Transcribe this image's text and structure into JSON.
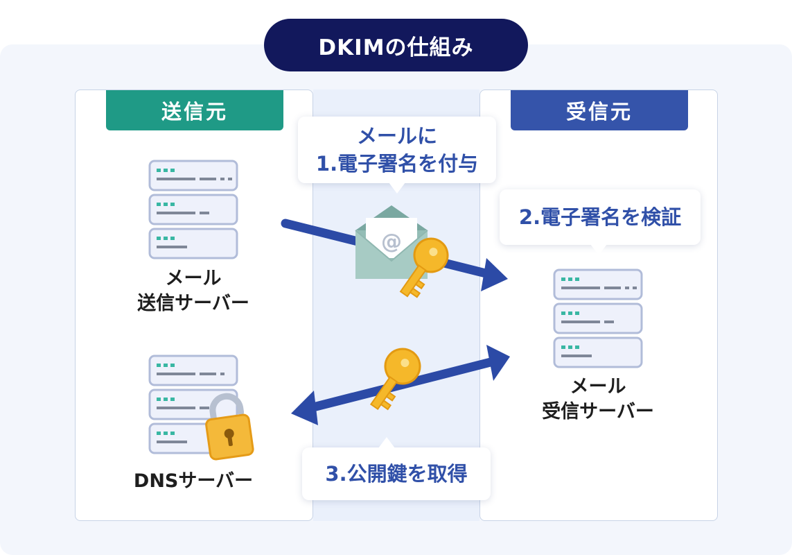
{
  "title": "DKIMの仕組み",
  "sender_panel": {
    "heading": "送信元"
  },
  "receiver_panel": {
    "heading": "受信元"
  },
  "nodes": {
    "mail_send_server": {
      "line1": "メール",
      "line2": "送信サーバー"
    },
    "dns_server": {
      "label": "DNSサーバー"
    },
    "mail_receive_server": {
      "line1": "メール",
      "line2": "受信サーバー"
    }
  },
  "steps": {
    "step1": {
      "line1": "メールに",
      "line2": "1.電子署名を付与"
    },
    "step2": {
      "text": "2.電子署名を検証"
    },
    "step3": {
      "text": "3.公開鍵を取得"
    }
  },
  "icons": [
    "server-icon",
    "envelope-icon",
    "key-icon",
    "padlock-icon",
    "arrow-icon"
  ],
  "colors": {
    "title_bg": "#12185c",
    "sender": "#1f9a86",
    "receiver": "#3554aa",
    "arrow": "#2c4aa6",
    "key": "#f5b82a",
    "step_text": "#3050a8"
  }
}
